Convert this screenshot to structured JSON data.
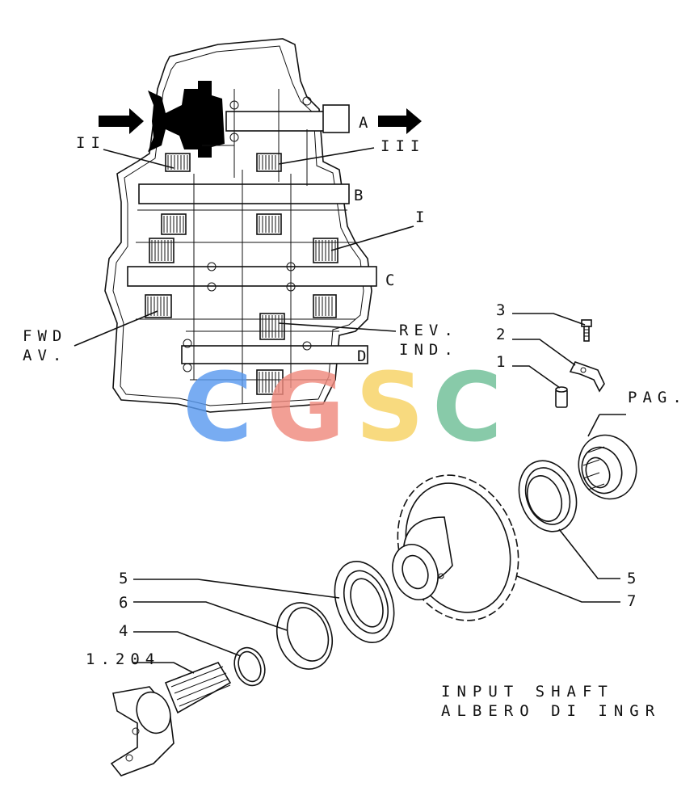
{
  "diagram": {
    "shaft_labels": [
      "A",
      "B",
      "C",
      "D"
    ],
    "gear_labels": {
      "gear_ii": "II",
      "gear_iii": "III",
      "gear_i": "I",
      "fwd": "FWD",
      "av": "AV.",
      "rev": "REV.",
      "ind": "IND."
    },
    "callouts": {
      "c1": "1",
      "c2": "2",
      "c3": "3",
      "c4": "4",
      "c5_left": "5",
      "c5_right": "5",
      "c6": "6",
      "c7": "7",
      "c1204": "1.204",
      "pag": "PAG."
    },
    "title_en": "INPUT SHAFT",
    "title_it": "ALBERO DI INGR"
  },
  "watermark": {
    "letters": [
      {
        "char": "C",
        "color": "#5b9bf0"
      },
      {
        "char": "G",
        "color": "#f08a7e"
      },
      {
        "char": "S",
        "color": "#f7d264"
      },
      {
        "char": "C",
        "color": "#6fbf97"
      }
    ]
  }
}
